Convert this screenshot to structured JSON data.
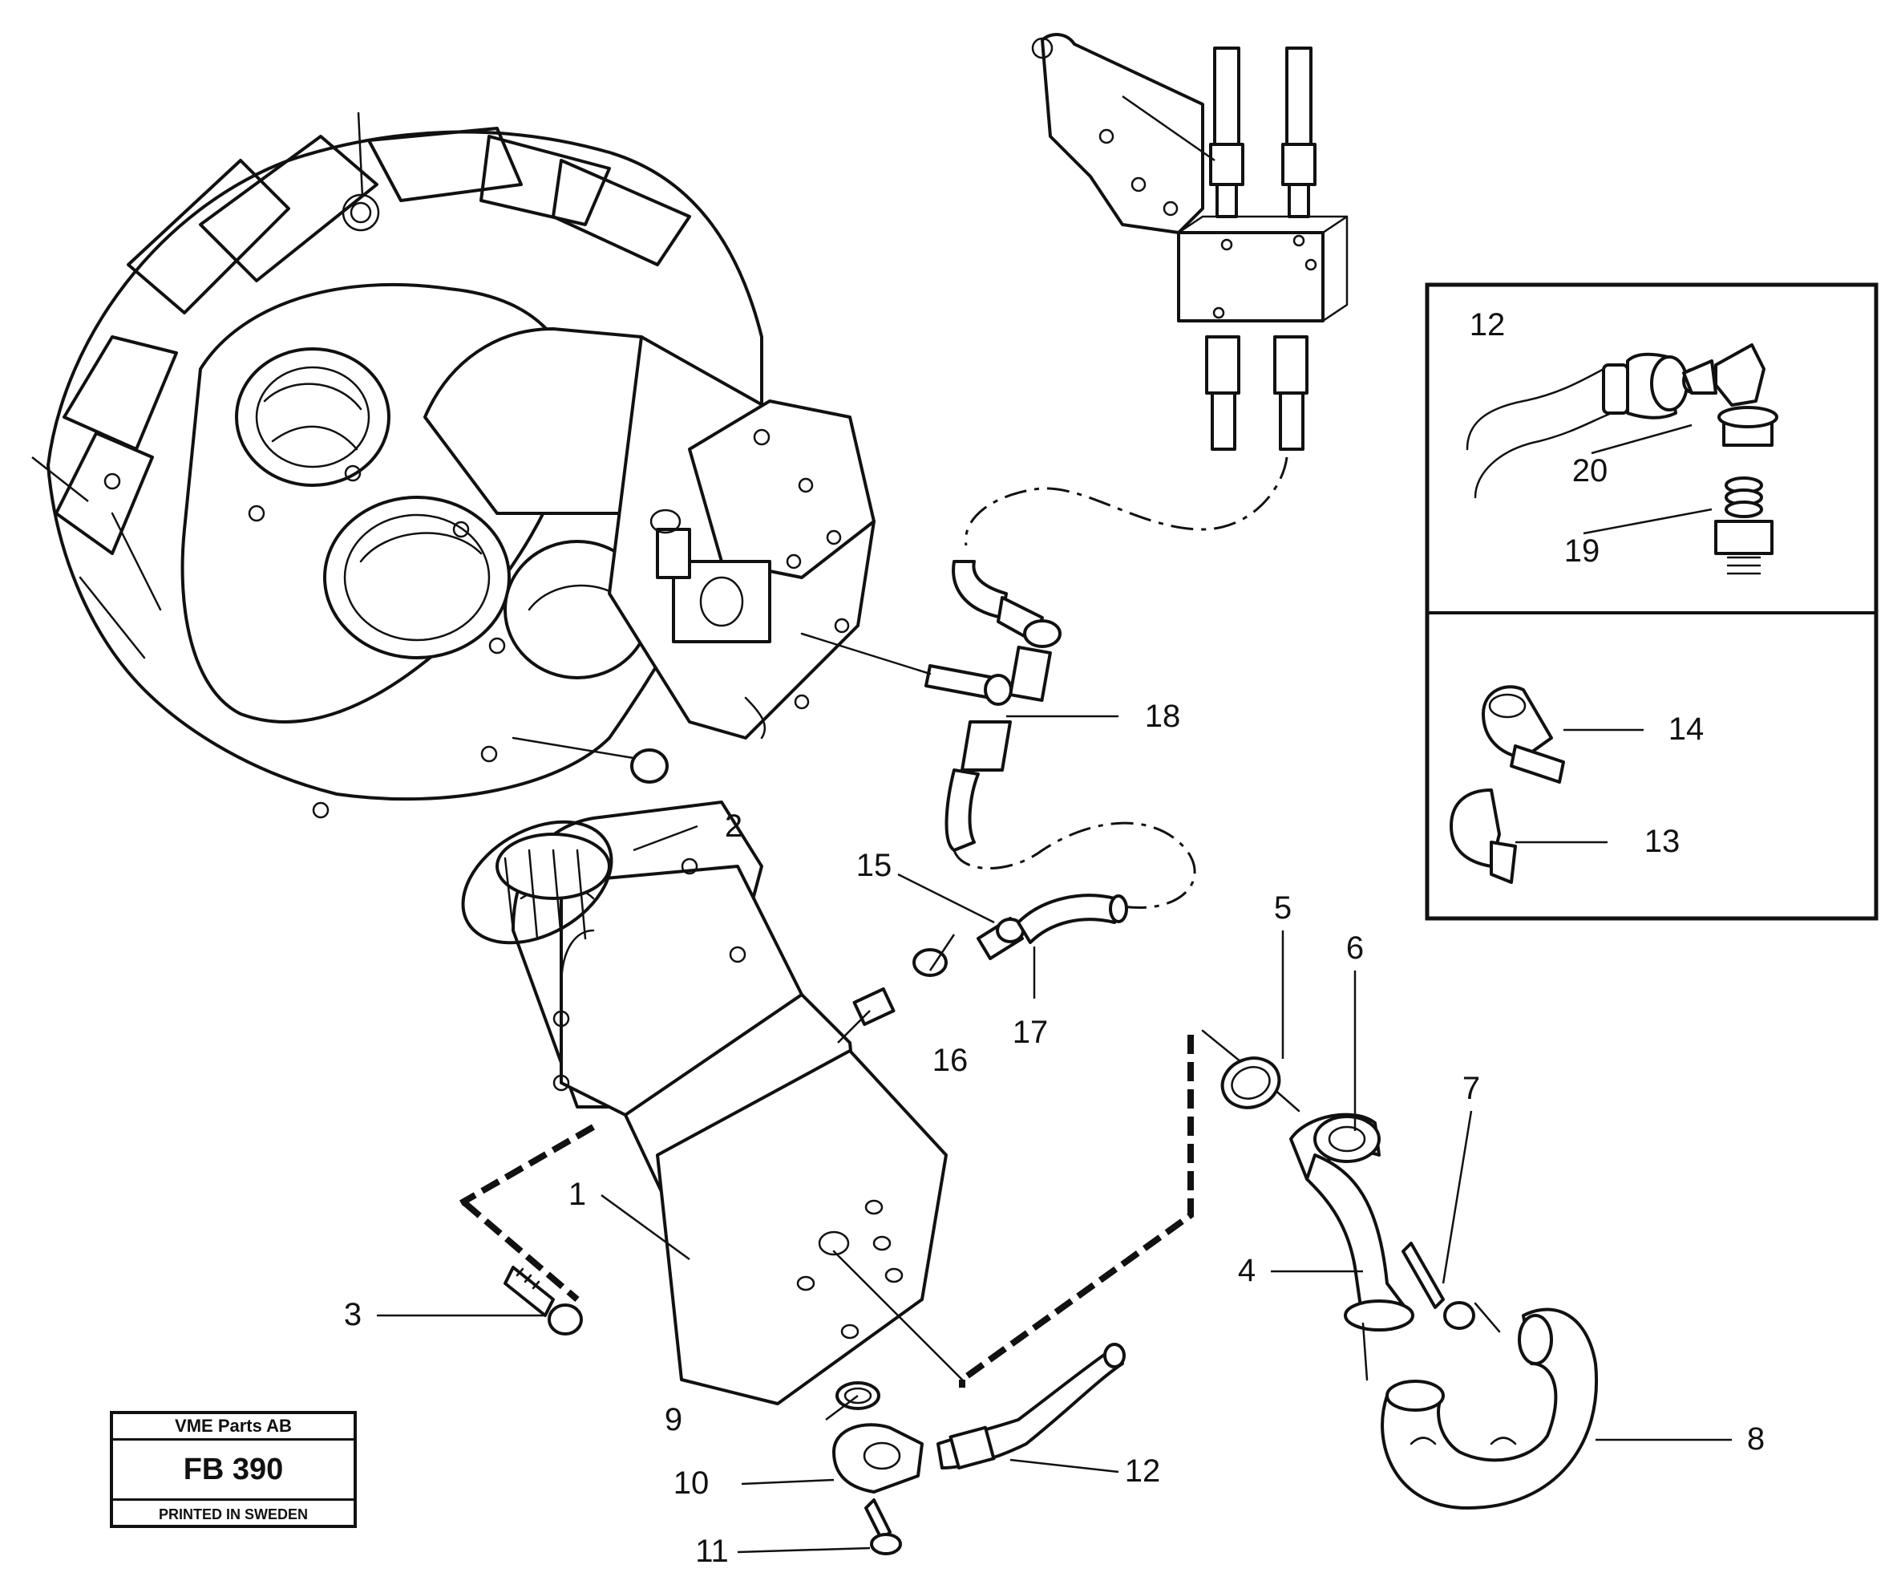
{
  "callouts": {
    "c1": "1",
    "c2": "2",
    "c3": "3",
    "c4": "4",
    "c5": "5",
    "c6": "6",
    "c7": "7",
    "c8": "8",
    "c9": "9",
    "c10": "10",
    "c11": "11",
    "c12a": "12",
    "c12b": "12",
    "c13": "13",
    "c14": "14",
    "c15": "15",
    "c16": "16",
    "c17": "17",
    "c18": "18",
    "c19": "19",
    "c20": "20"
  },
  "stamp": {
    "company": "VME Parts AB",
    "code": "FB 390",
    "printed": "PRINTED IN SWEDEN"
  }
}
